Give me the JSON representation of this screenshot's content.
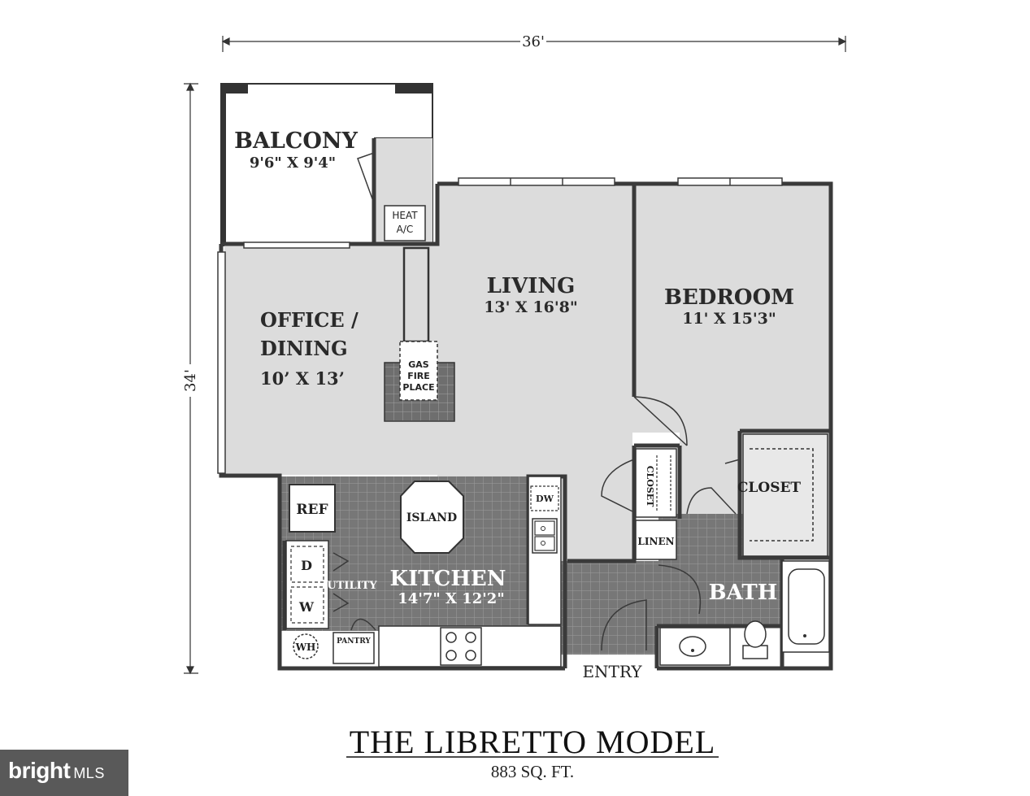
{
  "dimensions": {
    "width_label": "36'",
    "height_label": "34'"
  },
  "rooms": {
    "balcony": {
      "name": "BALCONY",
      "size": "9'6\" X 9'4\""
    },
    "office": {
      "name_line1": "OFFICE /",
      "name_line2": "DINING",
      "size": "10’ X 13’"
    },
    "living": {
      "name": "LIVING",
      "size": "13' X 16'8\""
    },
    "bedroom": {
      "name": "BEDROOM",
      "size": "11' X 15'3\""
    },
    "kitchen": {
      "name": "KITCHEN",
      "size": "14'7\" X 12'2\""
    },
    "bath": {
      "name": "BATH"
    }
  },
  "fixtures": {
    "heat_ac_line1": "HEAT",
    "heat_ac_line2": "A/C",
    "fireplace_line1": "GAS",
    "fireplace_line2": "FIRE",
    "fireplace_line3": "PLACE",
    "ref": "REF",
    "island": "ISLAND",
    "dw": "DW",
    "utility": "UTILITY",
    "dryer": "D",
    "washer": "W",
    "water_heater": "WH",
    "pantry": "PANTRY",
    "closet_small": "CLOSET",
    "closet_bedroom": "CLOSET",
    "linen": "LINEN"
  },
  "entry_label": "ENTRY",
  "model": {
    "title": "THE LIBRETTO MODEL",
    "area": "883 SQ. FT."
  },
  "watermark": {
    "brand": "bright",
    "suffix": "MLS"
  },
  "colors": {
    "floor": "#dcdcdc",
    "wall": "#3a3a3a",
    "tile": "#7a7a7a",
    "tile_line": "#9a9a9a"
  }
}
